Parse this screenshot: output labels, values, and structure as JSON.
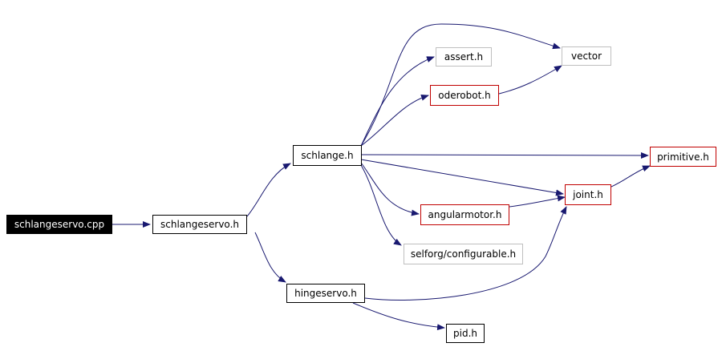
{
  "colors": {
    "edge": "#191970",
    "root_fill": "#000000",
    "root_text": "#ffffff",
    "border_default": "#000000",
    "border_red": "#c00000",
    "border_gray": "#bfbfbf"
  },
  "nodes": {
    "schlangeservo_cpp": "schlangeservo.cpp",
    "schlangeservo_h": "schlangeservo.h",
    "schlange_h": "schlange.h",
    "hingeservo_h": "hingeservo.h",
    "assert_h": "assert.h",
    "vector": "vector",
    "oderobot_h": "oderobot.h",
    "primitive_h": "primitive.h",
    "joint_h": "joint.h",
    "angularmotor_h": "angularmotor.h",
    "configurable_h": "selforg/configurable.h",
    "pid_h": "pid.h"
  },
  "edges": [
    {
      "from": "schlangeservo.cpp",
      "to": "schlangeservo.h"
    },
    {
      "from": "schlangeservo.h",
      "to": "schlange.h"
    },
    {
      "from": "schlangeservo.h",
      "to": "hingeservo.h"
    },
    {
      "from": "schlange.h",
      "to": "vector"
    },
    {
      "from": "schlange.h",
      "to": "assert.h"
    },
    {
      "from": "schlange.h",
      "to": "oderobot.h"
    },
    {
      "from": "schlange.h",
      "to": "primitive.h"
    },
    {
      "from": "schlange.h",
      "to": "joint.h"
    },
    {
      "from": "schlange.h",
      "to": "angularmotor.h"
    },
    {
      "from": "schlange.h",
      "to": "selforg/configurable.h"
    },
    {
      "from": "oderobot.h",
      "to": "vector"
    },
    {
      "from": "joint.h",
      "to": "primitive.h"
    },
    {
      "from": "angularmotor.h",
      "to": "joint.h"
    },
    {
      "from": "hingeservo.h",
      "to": "joint.h"
    },
    {
      "from": "hingeservo.h",
      "to": "pid.h"
    }
  ]
}
